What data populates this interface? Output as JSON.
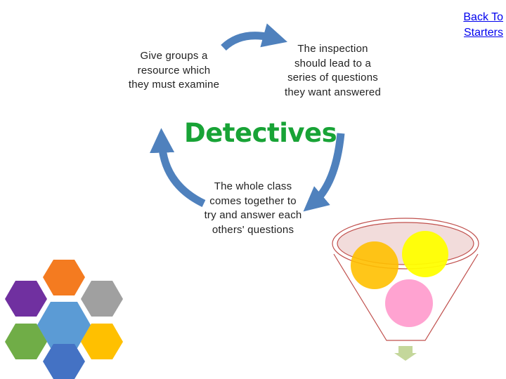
{
  "nav": {
    "back_label": "Back To Starters"
  },
  "diagram": {
    "title": "Detectives",
    "steps": [
      "Give groups a resource which they must examine",
      "The inspection should lead to a series of questions they want answered",
      "The whole class comes together to try and answer each others' questions"
    ],
    "arrow_color": "#4f81bd",
    "title_color": "#18a336"
  },
  "hexagon_colors": [
    "#7030a0",
    "#f47b20",
    "#a0a0a0",
    "#5b9bd5",
    "#70ad47",
    "#ffc000",
    "#4472c4"
  ],
  "funnel_ball_colors": [
    "#ffc000",
    "#ffff00",
    "#ff99cc"
  ]
}
